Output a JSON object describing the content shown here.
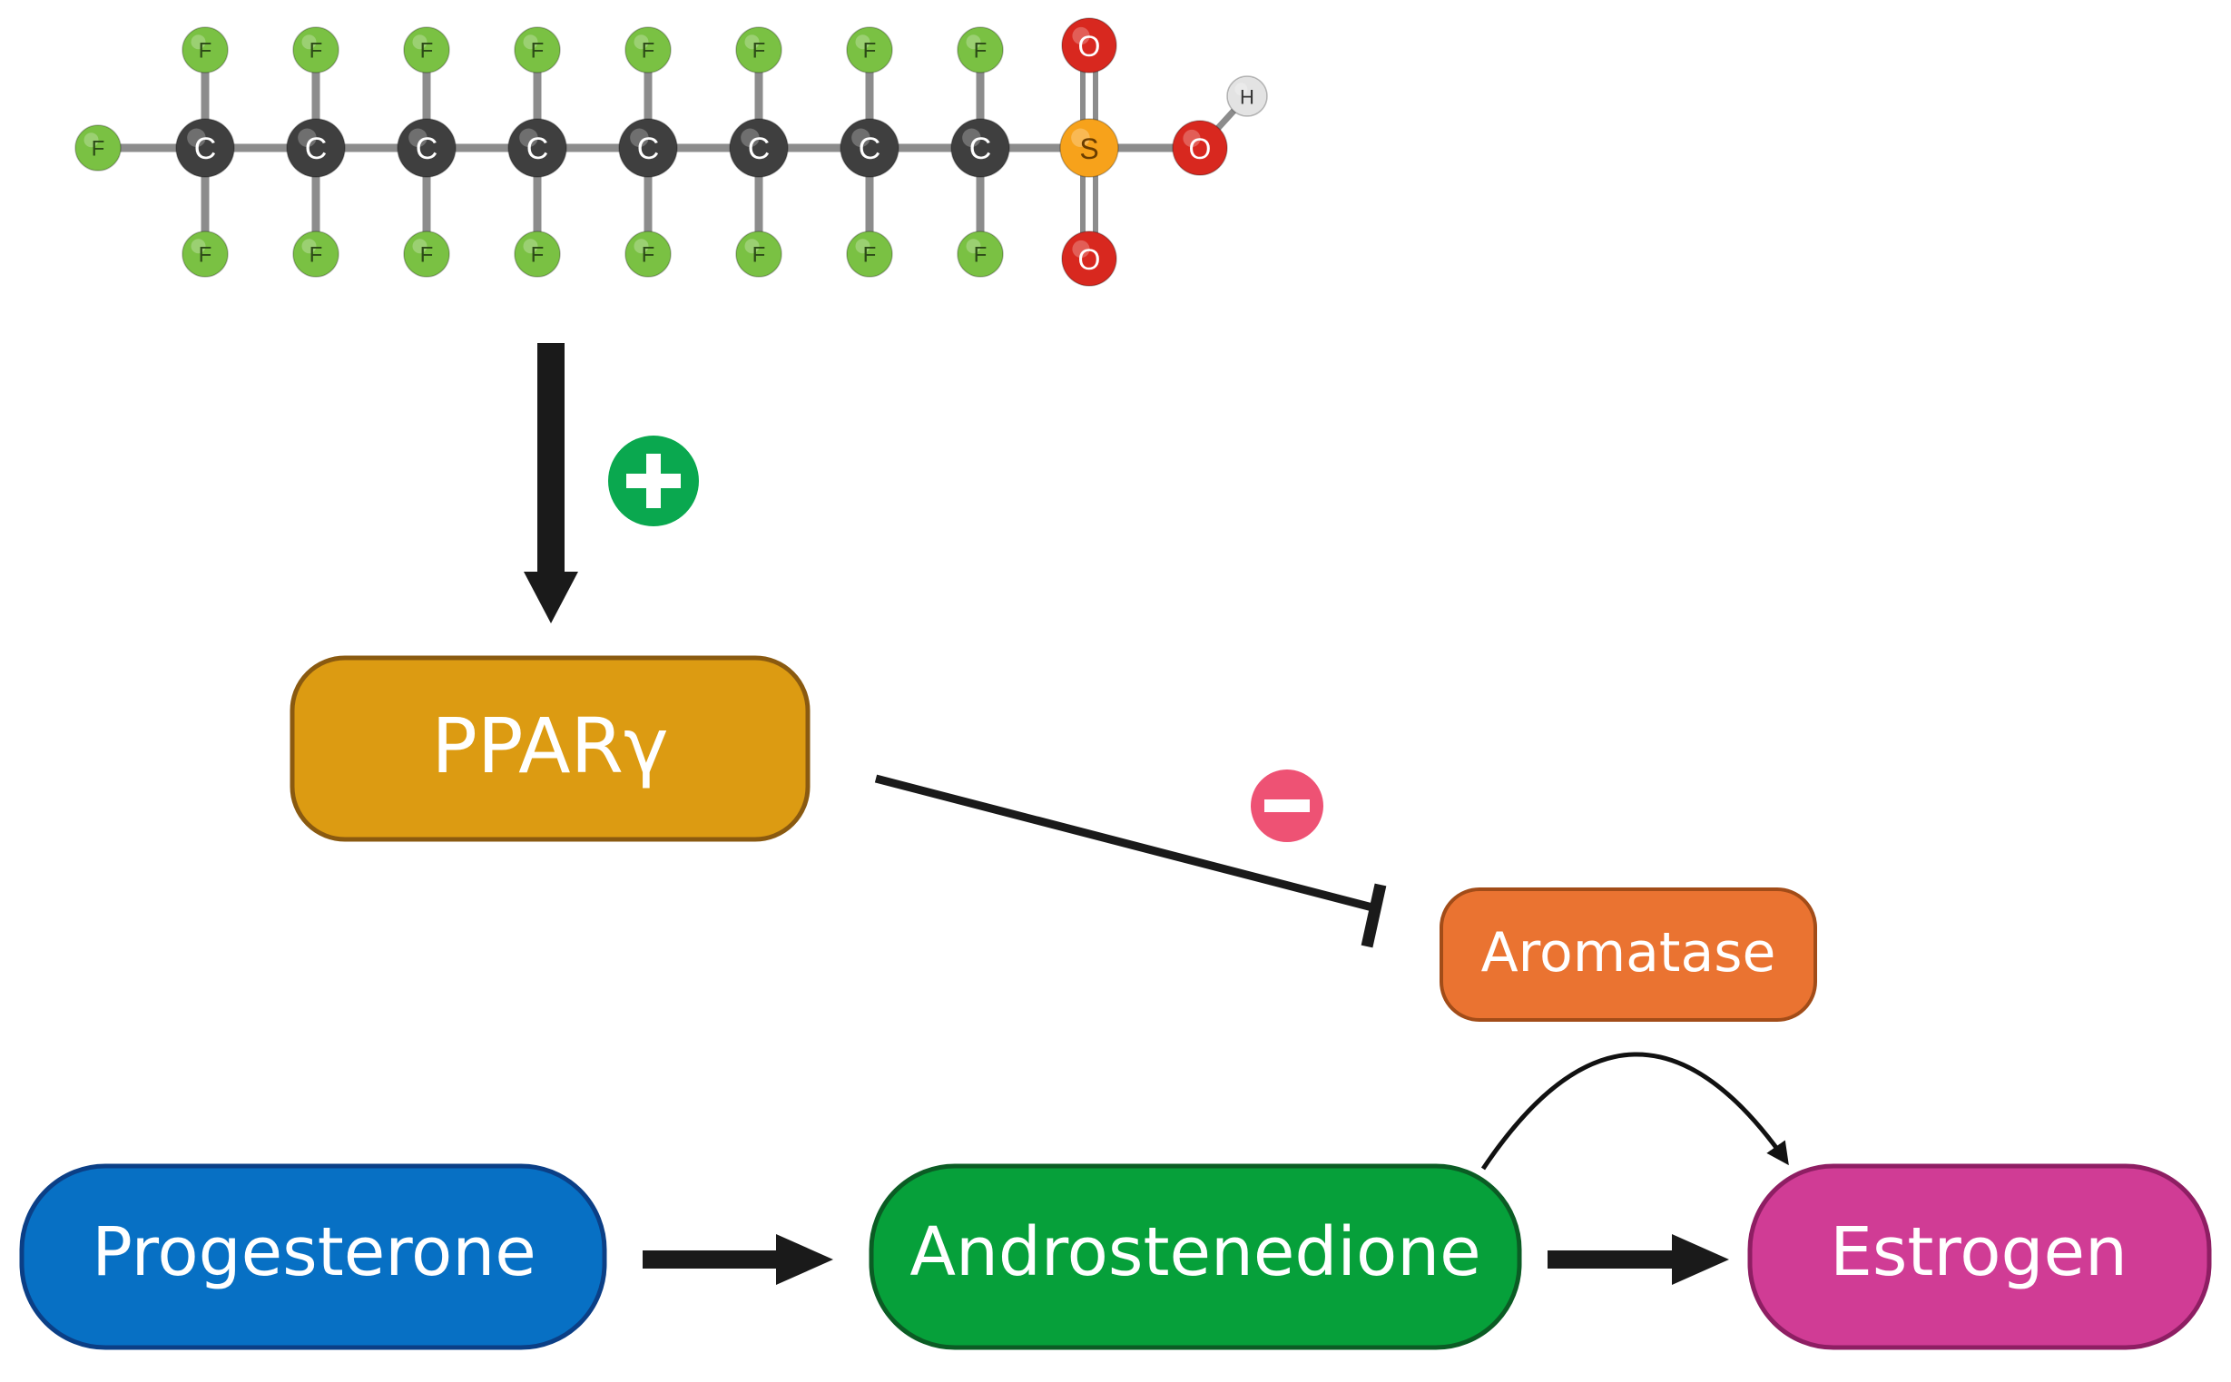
{
  "molecule": {
    "atoms": {
      "carbon": "C",
      "fluorine": "F",
      "sulfur": "S",
      "oxygen": "O",
      "hydrogen": "H"
    },
    "carbon_count": 8,
    "colors": {
      "carbon": "#3f3f3f",
      "fluorine": "#7ac143",
      "sulfur": "#f7a21b",
      "oxygen": "#d8281f",
      "hydrogen": "#e3e3e3",
      "bond": "#8c8c8c"
    }
  },
  "nodes": {
    "ppar": {
      "label": "PPARγ",
      "fill": "#dc9b12",
      "stroke": "#8a5a10"
    },
    "aromatase": {
      "label": "Aromatase",
      "fill": "#ea7331",
      "stroke": "#a24c18"
    },
    "progesterone": {
      "label": "Progesterone",
      "fill": "#0770c4",
      "stroke": "#0b3f86"
    },
    "androstenedione": {
      "label": "Androstenedione",
      "fill": "#06a03a",
      "stroke": "#0b5c24"
    },
    "estrogen": {
      "label": "Estrogen",
      "fill": "#d03c95",
      "stroke": "#8e1e63"
    }
  },
  "edges": [
    {
      "from": "molecule",
      "to": "ppar",
      "effect": "activation"
    },
    {
      "from": "ppar",
      "to": "aromatase",
      "effect": "inhibition"
    },
    {
      "from": "progesterone",
      "to": "androstenedione",
      "effect": "conversion"
    },
    {
      "from": "androstenedione",
      "to": "estrogen",
      "effect": "conversion"
    },
    {
      "from": "androstenedione",
      "to": "estrogen",
      "effect": "catalyzed-by-aromatase"
    }
  ],
  "signs": {
    "plus": {
      "color": "#0aa84f"
    },
    "minus": {
      "color": "#ee5274"
    }
  }
}
